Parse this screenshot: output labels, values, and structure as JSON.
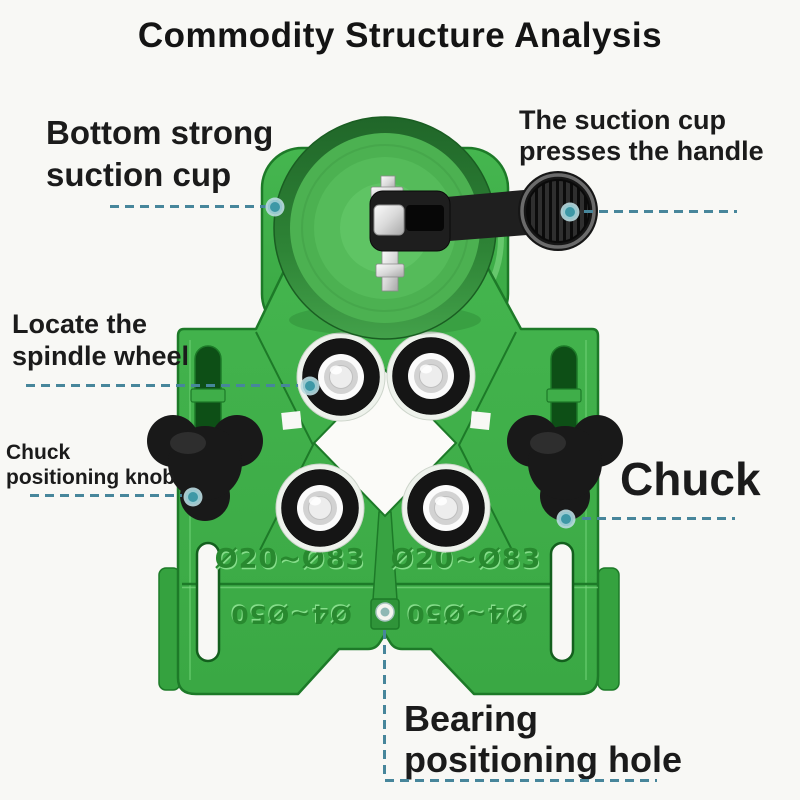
{
  "page": {
    "title": "Commodity Structure Analysis"
  },
  "labels": {
    "bottom_suction": "Bottom strong\nsuction cup",
    "handle": "The suction cup\npresses the handle",
    "spindle": "Locate the\nspindle wheel",
    "chuck_knob": "Chuck\npositioning knob",
    "chuck": "Chuck",
    "bearing_hole": "Bearing\npositioning hole"
  },
  "markings": {
    "top_range": "Ø20~Ø83",
    "bottom_range": "Ø4~Ø50"
  },
  "colors": {
    "background": "#f8f8f5",
    "body_green": "#41b14b",
    "dark_green_edge": "#1d7a28",
    "recess_green": "#0d4f16",
    "leader_teal": "#47869b",
    "dot_teal": "#3e98a6",
    "black_parts": "#1e1e1e",
    "text": "#1b1b1b"
  }
}
